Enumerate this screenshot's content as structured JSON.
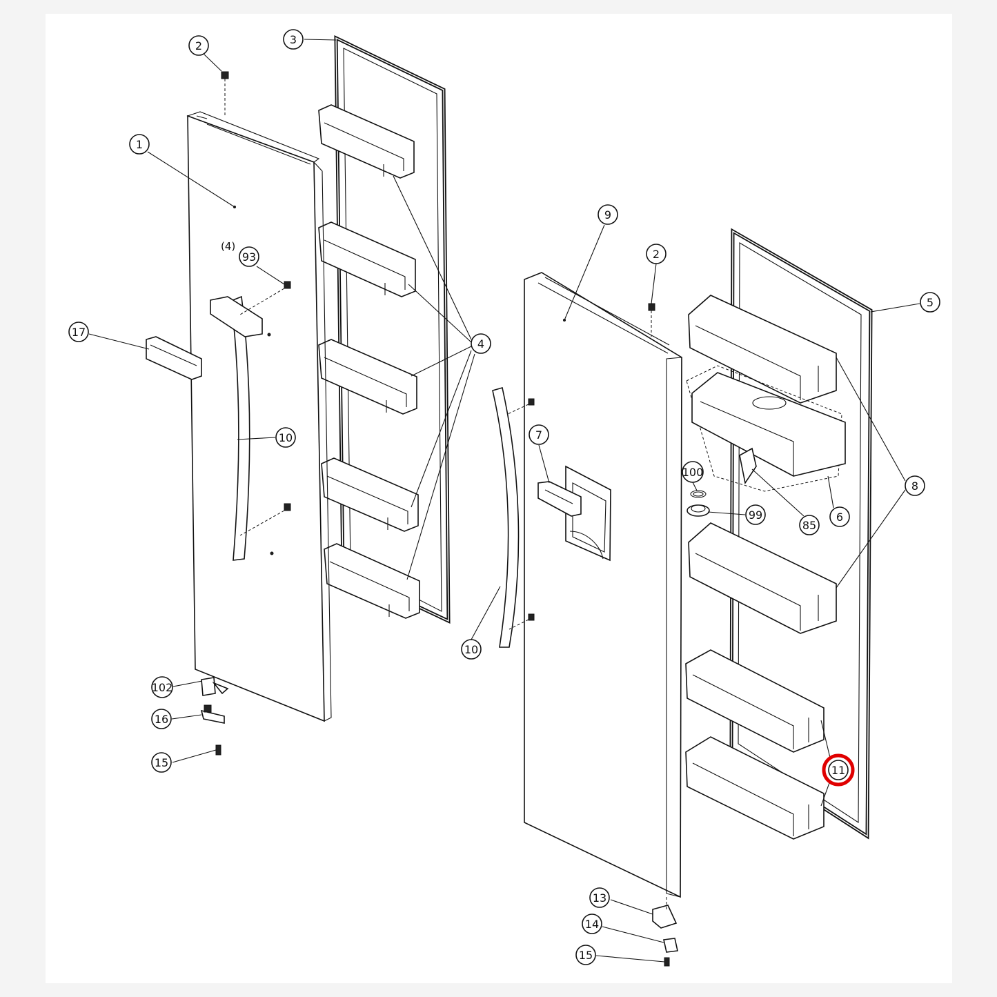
{
  "diagram": {
    "highlight_color": "#e00000",
    "line_color": "#111111",
    "background_color": "#ffffff",
    "note": "(4)",
    "callouts": [
      {
        "id": "c2a",
        "label": "2",
        "target": "freezer-hinge-cap-top"
      },
      {
        "id": "c3",
        "label": "3",
        "target": "freezer-door-gasket"
      },
      {
        "id": "c1",
        "label": "1",
        "target": "freezer-door"
      },
      {
        "id": "c93",
        "label": "93",
        "target": "handle-screw"
      },
      {
        "id": "c17",
        "label": "17",
        "target": "control-panel"
      },
      {
        "id": "c10a",
        "label": "10",
        "target": "freezer-handle"
      },
      {
        "id": "c4",
        "label": "4",
        "target": "freezer-door-bins"
      },
      {
        "id": "c102",
        "label": "102",
        "target": "freezer-lower-hinge"
      },
      {
        "id": "c16",
        "label": "16",
        "target": "freezer-hinge-bracket"
      },
      {
        "id": "c15a",
        "label": "15",
        "target": "freezer-hinge-screw"
      },
      {
        "id": "c9",
        "label": "9",
        "target": "fridge-door"
      },
      {
        "id": "c2b",
        "label": "2",
        "target": "fridge-hinge-cap-top"
      },
      {
        "id": "c5",
        "label": "5",
        "target": "fridge-door-gasket"
      },
      {
        "id": "c7",
        "label": "7",
        "target": "dispenser"
      },
      {
        "id": "c10b",
        "label": "10",
        "target": "fridge-handle"
      },
      {
        "id": "c8",
        "label": "8",
        "target": "fridge-door-bins"
      },
      {
        "id": "c100",
        "label": "100",
        "target": "o-ring"
      },
      {
        "id": "c99",
        "label": "99",
        "target": "valve-cap"
      },
      {
        "id": "c85",
        "label": "85",
        "target": "tank-fitting"
      },
      {
        "id": "c6",
        "label": "6",
        "target": "water-tank-assembly"
      },
      {
        "id": "c11",
        "label": "11",
        "target": "small-door-bins"
      },
      {
        "id": "c13",
        "label": "13",
        "target": "fridge-lower-hinge"
      },
      {
        "id": "c14",
        "label": "14",
        "target": "fridge-hinge-bracket"
      },
      {
        "id": "c15b",
        "label": "15",
        "target": "fridge-hinge-screw"
      }
    ]
  }
}
